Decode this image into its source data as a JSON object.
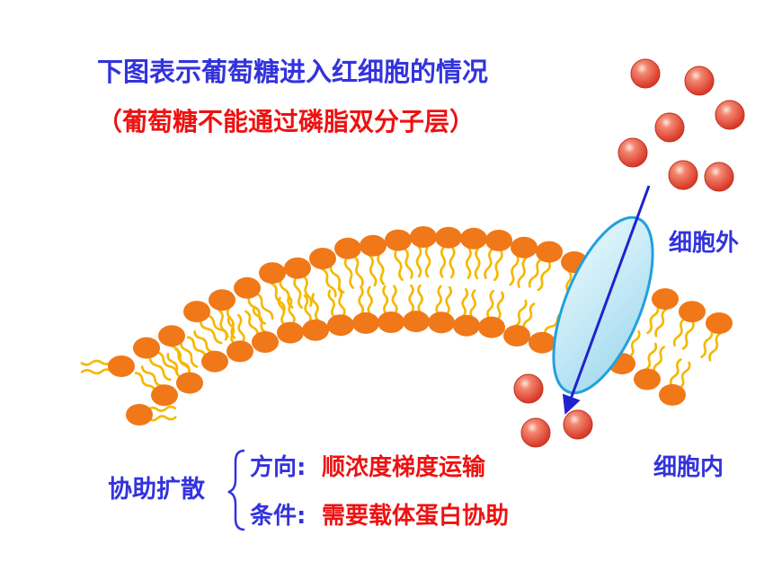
{
  "title": "下图表示葡萄糖进入红细胞的情况",
  "subtitle": "（葡萄糖不能通过磷脂双分子层）",
  "labels": {
    "outside": "细胞外",
    "inside": "细胞内"
  },
  "summary": {
    "term": "协助扩散",
    "direction_label": "方向:",
    "direction_value": "顺浓度梯度运输",
    "condition_label": "条件:",
    "condition_value": "需要载体蛋白协助"
  },
  "colors": {
    "blue_text": "#3333dd",
    "red_text": "#ee1111",
    "lipid_head": "#f07818",
    "lipid_tail": "#f5b800",
    "glucose": "#e85a48",
    "carrier_fill": "#c6eaf5",
    "carrier_stroke": "#22a0e0",
    "arrow": "#2222cc"
  }
}
